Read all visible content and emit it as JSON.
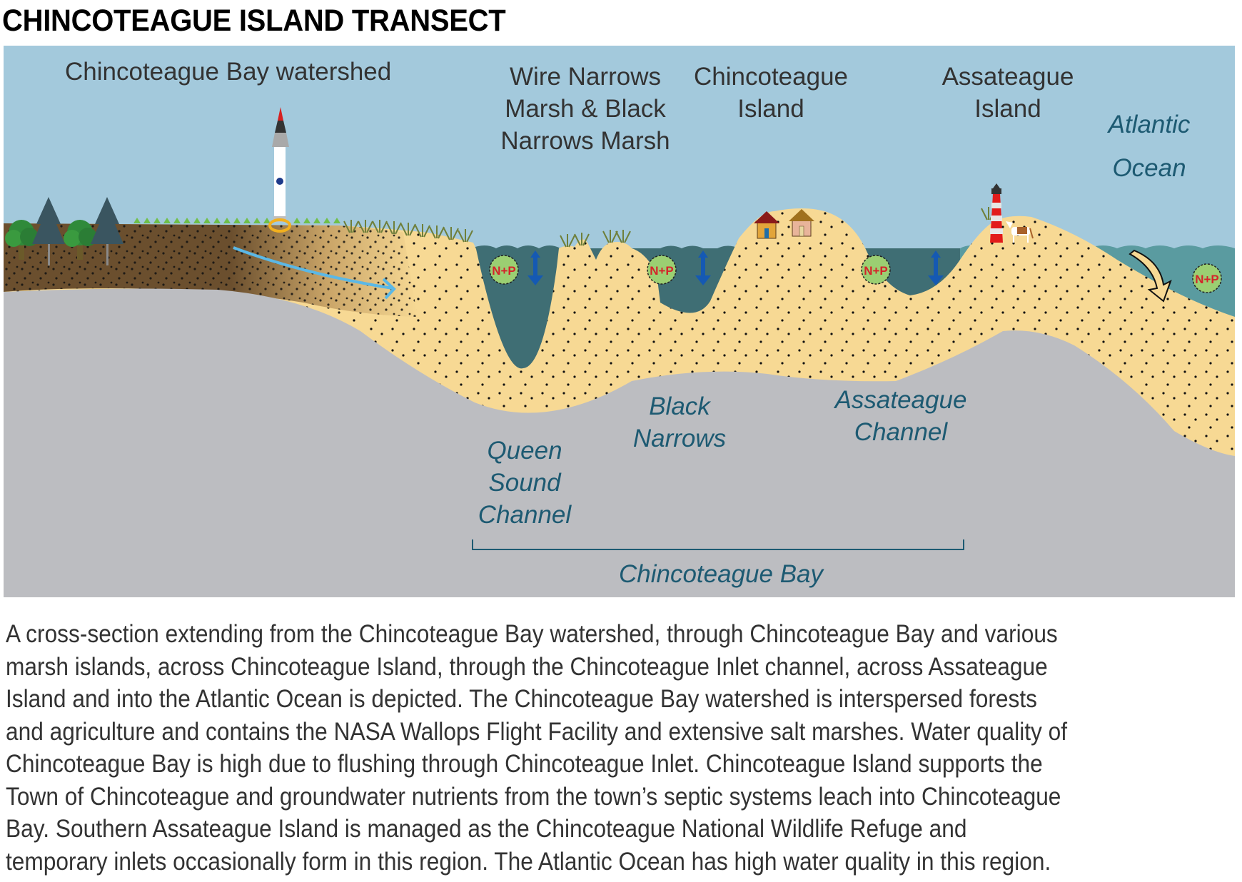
{
  "title": "CHINCOTEAGUE ISLAND TRANSECT",
  "labels": {
    "watershed": [
      "Chincoteague Bay watershed"
    ],
    "wire_narrows": [
      "Wire Narrows",
      "Marsh & Black",
      "Narrows Marsh"
    ],
    "chincoteague_island": [
      "Chincoteague",
      "Island"
    ],
    "assateague_island": [
      "Assateague",
      "Island"
    ],
    "atlantic_ocean": [
      "Atlantic",
      "Ocean"
    ],
    "queen_sound": [
      "Queen",
      "Sound",
      "Channel"
    ],
    "black_narrows": [
      "Black",
      "Narrows"
    ],
    "assateague_channel": [
      "Assateague",
      "Channel"
    ],
    "chincoteague_bay": [
      "Chincoteague Bay"
    ]
  },
  "badges": {
    "nutrient_label": "N+P"
  },
  "icons": {
    "rocket": "nasa-rocket-icon",
    "deciduous_tree": "deciduous-tree-icon",
    "conifer_tree": "conifer-tree-icon",
    "crop": "crop-plant-icon",
    "marsh_grass": "marsh-grass-icon",
    "house": "house-icon",
    "lighthouse": "lighthouse-icon",
    "horse": "wild-pony-icon",
    "nutrients": "nutrient-badge-icon",
    "exchange_arrow": "up-down-arrow-icon",
    "groundwater_arrow": "groundwater-flow-arrow-icon",
    "sediment_arrow": "sediment-transport-arrow-icon"
  },
  "colors": {
    "sky": "#a3c9dc",
    "bay_water": "#3f6e74",
    "ocean_water": "#5a9ba0",
    "sand": "#f7d994",
    "soil": "#6b4f2e",
    "bedrock": "#bcbdc1",
    "label_dark": "#333333",
    "label_italic": "#1d5a72",
    "nutrient_fill": "#9bcf72",
    "nutrient_text": "#d4242a",
    "arrow_blue": "#1559b3",
    "groundwater_arrow": "#5bb8e6"
  },
  "caption": [
    "A cross-section extending from the Chincoteague Bay watershed, through Chincoteague Bay and various",
    "marsh islands, across Chincoteague Island, through the Chincoteague Inlet channel, across Assateague",
    "Island and into the Atlantic Ocean is depicted. The Chincoteague Bay watershed is interspersed forests",
    "and agriculture and contains the NASA Wallops Flight Facility and extensive salt marshes. Water quality of",
    "Chincoteague Bay is high due to flushing through Chincoteague Inlet. Chincoteague Island supports the",
    "Town of Chincoteague and groundwater nutrients from the town’s septic systems leach into Chincoteague",
    "Bay. Southern Assateague Island is managed as the Chincoteague National Wildlife Refuge and",
    "temporary inlets occasionally form in this region. The Atlantic Ocean has high water quality in this region."
  ]
}
